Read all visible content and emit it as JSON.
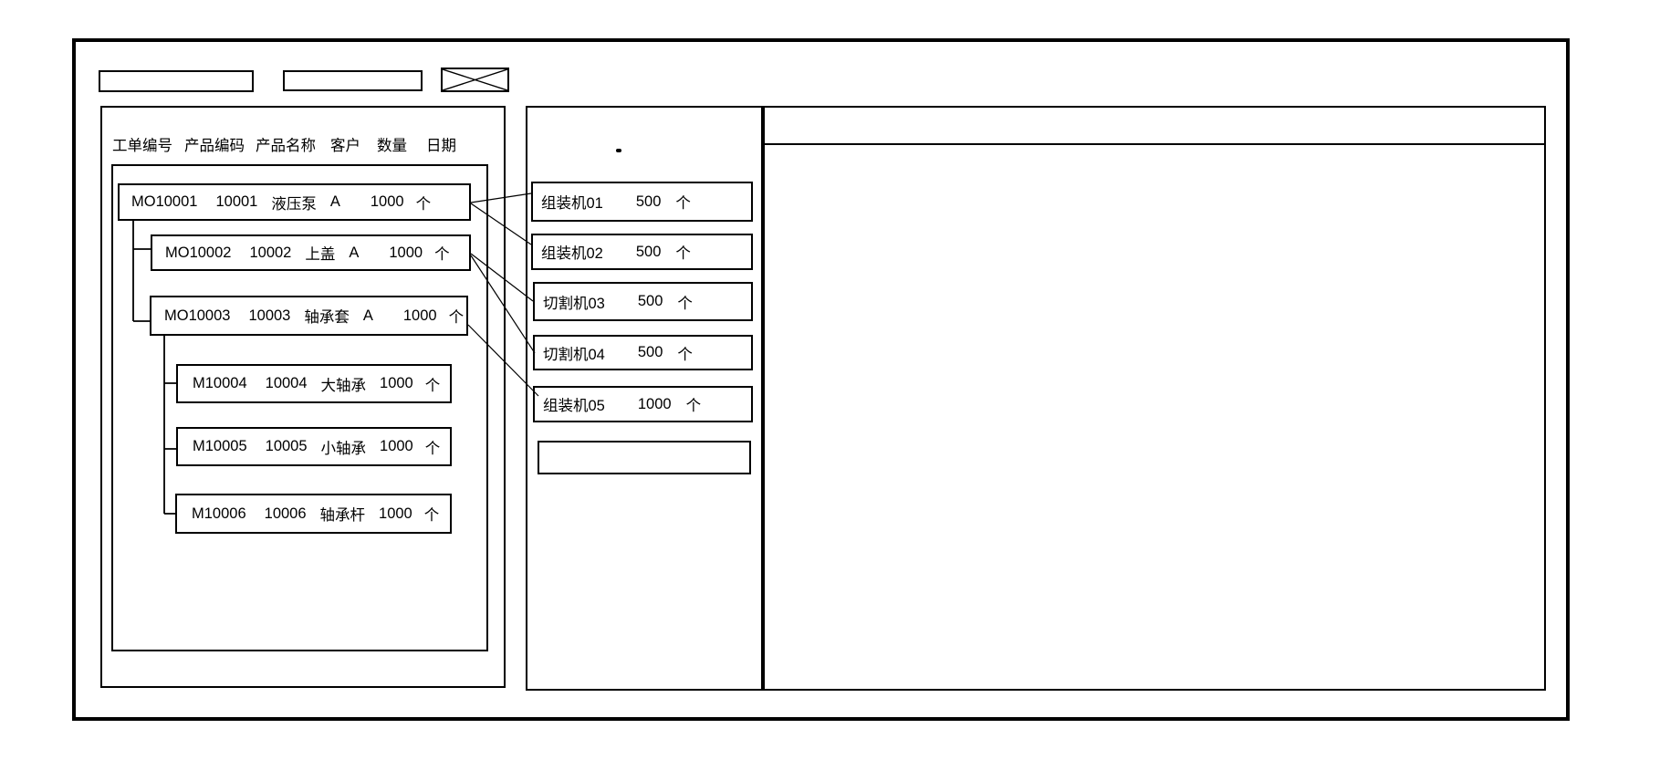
{
  "colors": {
    "line": "#000000",
    "background": "#ffffff"
  },
  "toolbar": {
    "field1_value": "",
    "field2_value": ""
  },
  "left_panel": {
    "headers": [
      "工单编号",
      "产品编码",
      "产品名称",
      "客户",
      "数量",
      "日期"
    ],
    "orders": [
      {
        "id": "MO10001",
        "code": "10001",
        "name": "液压泵",
        "customer": "A",
        "qty": "1000",
        "unit": "个"
      },
      {
        "id": "MO10002",
        "code": "10002",
        "name": "上盖",
        "customer": "A",
        "qty": "1000",
        "unit": "个"
      },
      {
        "id": "MO10003",
        "code": "10003",
        "name": "轴承套",
        "customer": "A",
        "qty": "1000",
        "unit": "个"
      },
      {
        "id": "M10004",
        "code": "10004",
        "name": "大轴承",
        "customer": "",
        "qty": "1000",
        "unit": "个"
      },
      {
        "id": "M10005",
        "code": "10005",
        "name": "小轴承",
        "customer": "",
        "qty": "1000",
        "unit": "个"
      },
      {
        "id": "M10006",
        "code": "10006",
        "name": "轴承杆",
        "customer": "",
        "qty": "1000",
        "unit": "个"
      }
    ]
  },
  "middle_panel": {
    "machines": [
      {
        "name": "组装机01",
        "qty": "500",
        "unit": "个"
      },
      {
        "name": "组装机02",
        "qty": "500",
        "unit": "个"
      },
      {
        "name": "切割机03",
        "qty": "500",
        "unit": "个"
      },
      {
        "name": "切割机04",
        "qty": "500",
        "unit": "个"
      },
      {
        "name": "组装机05",
        "qty": "1000",
        "unit": "个"
      },
      {
        "name": "",
        "qty": "",
        "unit": ""
      }
    ]
  },
  "right_panel": {
    "content": ""
  }
}
